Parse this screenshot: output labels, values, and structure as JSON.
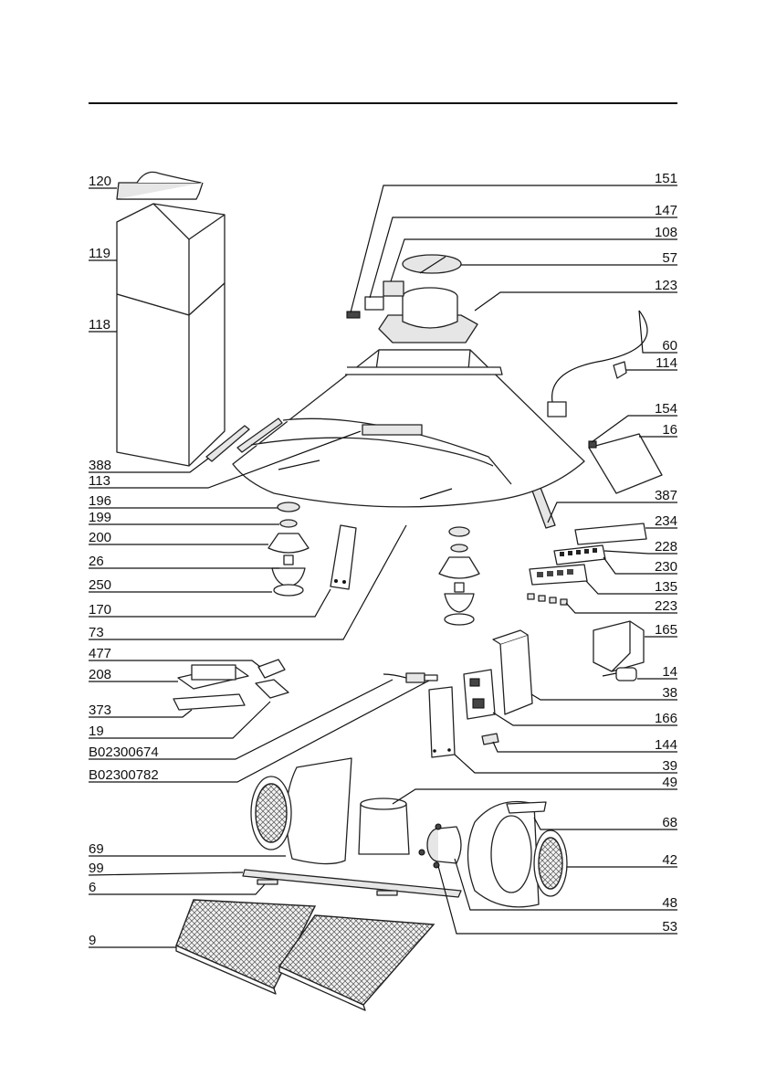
{
  "colors": {
    "ink": "#111111",
    "paper": "#ffffff"
  },
  "callouts": {
    "left": [
      {
        "id": "120",
        "label": "120"
      },
      {
        "id": "119",
        "label": "119"
      },
      {
        "id": "118",
        "label": "118"
      },
      {
        "id": "388",
        "label": "388"
      },
      {
        "id": "113",
        "label": "113"
      },
      {
        "id": "196",
        "label": "196"
      },
      {
        "id": "199",
        "label": "199"
      },
      {
        "id": "200",
        "label": "200"
      },
      {
        "id": "26",
        "label": "26"
      },
      {
        "id": "250",
        "label": "250"
      },
      {
        "id": "170",
        "label": "170"
      },
      {
        "id": "73",
        "label": "73"
      },
      {
        "id": "477",
        "label": "477"
      },
      {
        "id": "208",
        "label": "208"
      },
      {
        "id": "373",
        "label": "373"
      },
      {
        "id": "19",
        "label": "19"
      },
      {
        "id": "B02300674",
        "label": "B02300674"
      },
      {
        "id": "B02300782",
        "label": "B02300782"
      },
      {
        "id": "69",
        "label": "69"
      },
      {
        "id": "99",
        "label": "99"
      },
      {
        "id": "6",
        "label": "6"
      },
      {
        "id": "9",
        "label": "9"
      }
    ],
    "right": [
      {
        "id": "151",
        "label": "151"
      },
      {
        "id": "147",
        "label": "147"
      },
      {
        "id": "108",
        "label": "108"
      },
      {
        "id": "57",
        "label": "57"
      },
      {
        "id": "123",
        "label": "123"
      },
      {
        "id": "60",
        "label": "60"
      },
      {
        "id": "114",
        "label": "114"
      },
      {
        "id": "154",
        "label": "154"
      },
      {
        "id": "16",
        "label": "16"
      },
      {
        "id": "387",
        "label": "387"
      },
      {
        "id": "234",
        "label": "234"
      },
      {
        "id": "228",
        "label": "228"
      },
      {
        "id": "230",
        "label": "230"
      },
      {
        "id": "135",
        "label": "135"
      },
      {
        "id": "223",
        "label": "223"
      },
      {
        "id": "165",
        "label": "165"
      },
      {
        "id": "14",
        "label": "14"
      },
      {
        "id": "38",
        "label": "38"
      },
      {
        "id": "166",
        "label": "166"
      },
      {
        "id": "144",
        "label": "144"
      },
      {
        "id": "39",
        "label": "39"
      },
      {
        "id": "49",
        "label": "49"
      },
      {
        "id": "68",
        "label": "68"
      },
      {
        "id": "42",
        "label": "42"
      },
      {
        "id": "48",
        "label": "48"
      },
      {
        "id": "53",
        "label": "53"
      }
    ]
  }
}
